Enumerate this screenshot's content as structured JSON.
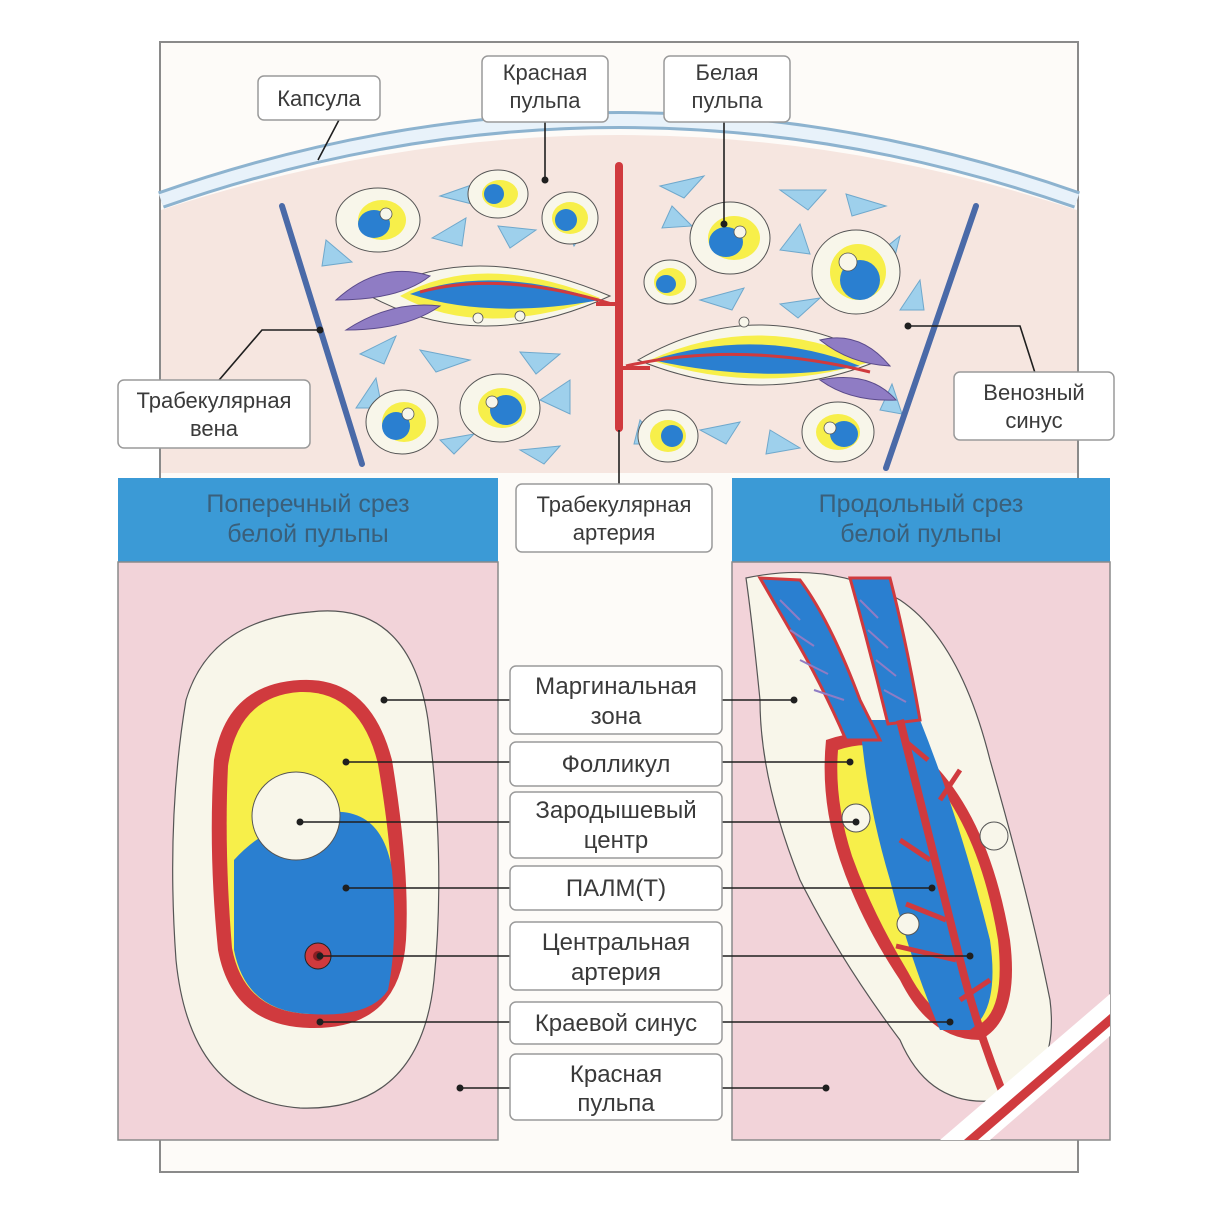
{
  "labels": {
    "capsule": "Капсула",
    "red_pulp_top_1": "Красная",
    "red_pulp_top_2": "пульпа",
    "white_pulp_1": "Белая",
    "white_pulp_2": "пульпа",
    "trab_vein_1": "Трабекулярная",
    "trab_vein_2": "вена",
    "venous_sinus_1": "Венозный",
    "venous_sinus_2": "синус",
    "trab_artery_1": "Трабекулярная",
    "trab_artery_2": "артерия",
    "cross_section_1": "Поперечный срез",
    "cross_section_2": "белой пульпы",
    "long_section_1": "Продольный срез",
    "long_section_2": "белой пульпы",
    "marginal_zone_1": "Маргинальная",
    "marginal_zone_2": "зона",
    "follicle": "Фолликул",
    "germinal_center_1": "Зародышевый",
    "germinal_center_2": "центр",
    "palm": "ПАЛМ(Т)",
    "central_artery_1": "Центральная",
    "central_artery_2": "артерия",
    "marginal_sinus": "Краевой синус",
    "red_pulp_bottom_1": "Красная",
    "red_pulp_bottom_2": "пульпа"
  },
  "colors": {
    "red_pulp": "#f2d3d9",
    "upper_tissue": "#f6e6e0",
    "marginal_zone": "#f8f6ea",
    "follicle": "#f7ef4a",
    "palm": "#2a7fd0",
    "artery": "#d03a3e",
    "vein": "#4a6aa8",
    "header": "#3b9ad6",
    "cell_light": "#9ed0ec",
    "sinus_purple": "#8f7cc4"
  }
}
